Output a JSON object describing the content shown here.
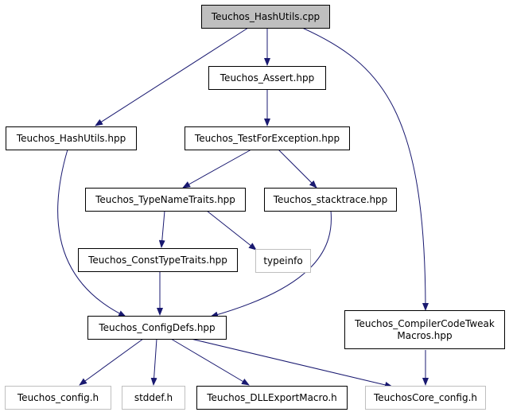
{
  "colors": {
    "edge": "#191970",
    "root_fill": "#bfbfbf",
    "border": "#000000",
    "external_border": "#bfbfbf"
  },
  "nodes": {
    "hashutils_cpp": "Teuchos_HashUtils.cpp",
    "assert_hpp": "Teuchos_Assert.hpp",
    "hashutils_hpp": "Teuchos_HashUtils.hpp",
    "testforexception_hpp": "Teuchos_TestForException.hpp",
    "typenametraits_hpp": "Teuchos_TypeNameTraits.hpp",
    "stacktrace_hpp": "Teuchos_stacktrace.hpp",
    "consttypetraits_hpp": "Teuchos_ConstTypeTraits.hpp",
    "typeinfo": "typeinfo",
    "configdefs_hpp": "Teuchos_ConfigDefs.hpp",
    "compilercodetweak_line1": "Teuchos_CompilerCodeTweak",
    "compilercodetweak_line2": "Macros.hpp",
    "config_h": "Teuchos_config.h",
    "stddef_h": "stddef.h",
    "dllexportmacro_h": "Teuchos_DLLExportMacro.h",
    "teuchoscore_config_h": "TeuchosCore_config.h"
  }
}
